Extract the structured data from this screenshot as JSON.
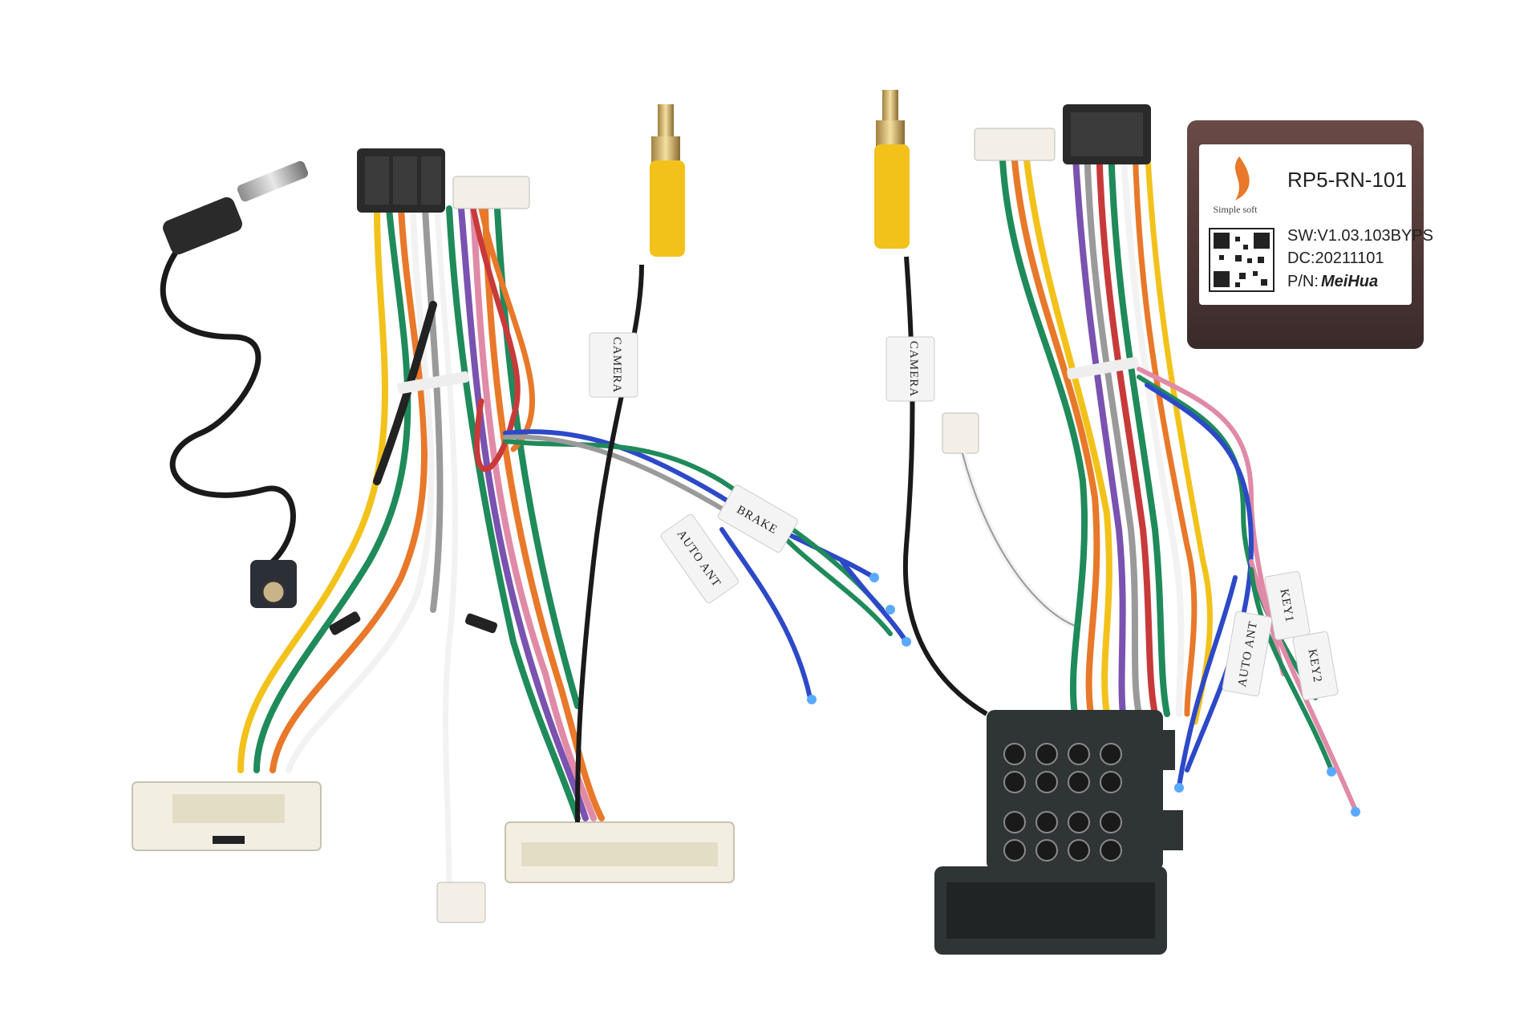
{
  "tags": {
    "camera_left": "CAMERA",
    "camera_right": "CAMERA",
    "brake": "BRAKE",
    "auto_ant_left": "AUTO ANT",
    "auto_ant_right": "AUTO ANT",
    "key1": "KEY1",
    "key2": "KEY2"
  },
  "module": {
    "brand": "Simple soft",
    "model": "RP5-RN-101",
    "sw": "SW:V1.03.103BYPS",
    "dc": "DC:20211101",
    "pn_label": "P/N:",
    "pn_brand": "MeiHua"
  },
  "colors": {
    "black": "#222222",
    "yellow": "#f2c21b",
    "green": "#1f8a5a",
    "orange": "#e8782a",
    "purple": "#7a52b0",
    "gray": "#9a9a9a",
    "white": "#f2f2f2",
    "pink": "#e08aa8",
    "blue": "#2d49c8",
    "red": "#c83a3a"
  }
}
